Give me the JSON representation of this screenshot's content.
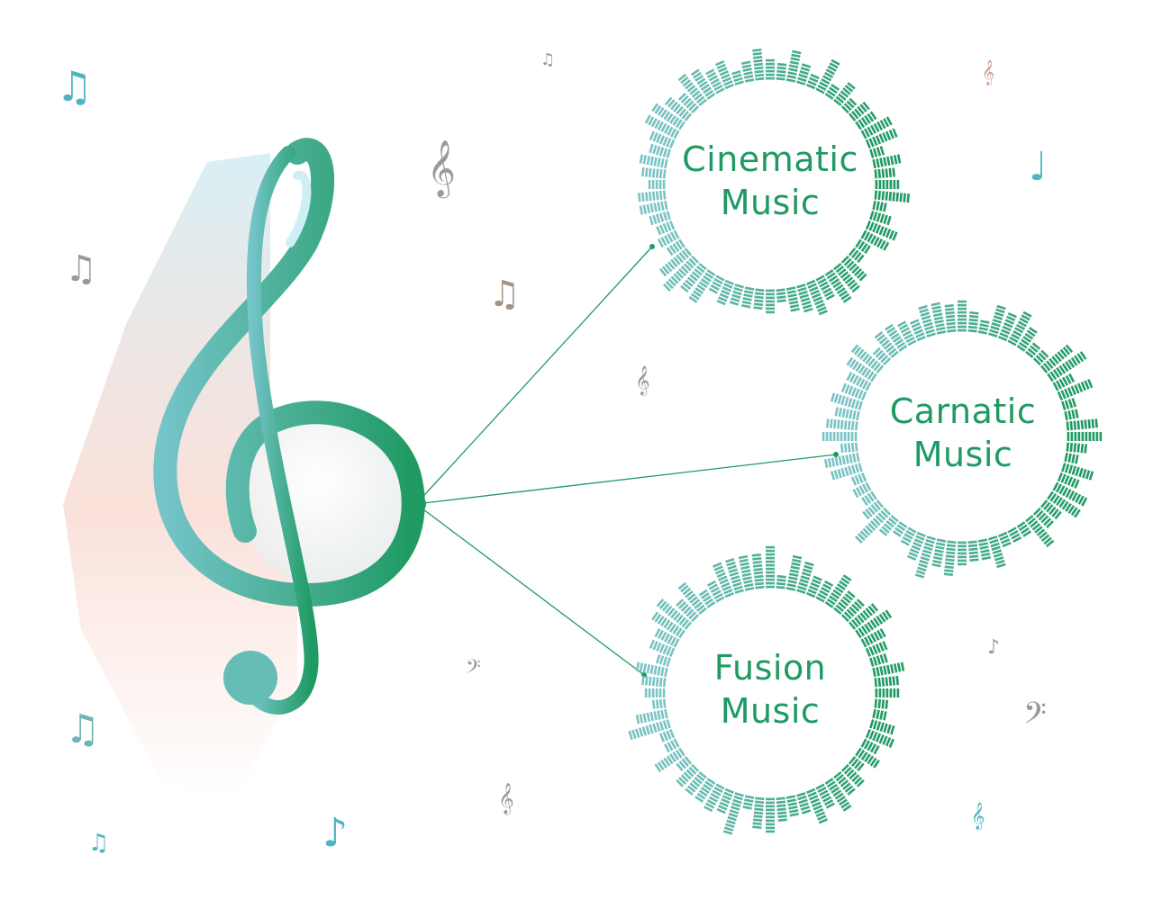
{
  "colors": {
    "accent_green": "#1f9a62",
    "accent_teal": "#72c2c4",
    "note_teal": "#4fb3c4",
    "note_gray": "#9a9a9a",
    "note_brown": "#a49380",
    "glow_red": "#f4b8a8",
    "glow_blue": "#b7e2ee"
  },
  "center": {
    "icon": "treble-clef-icon"
  },
  "branches": [
    {
      "id": "cinematic",
      "line1": "Cinematic",
      "line2": "Music",
      "icon": "audio-spectrum-ring-icon"
    },
    {
      "id": "carnatic",
      "line1": "Carnatic",
      "line2": "Music",
      "icon": "audio-spectrum-ring-icon"
    },
    {
      "id": "fusion",
      "line1": "Fusion",
      "line2": "Music",
      "icon": "audio-spectrum-ring-icon"
    }
  ],
  "decorations": {
    "icons": [
      "beamed-notes-icon",
      "quarter-note-icon",
      "treble-clef-small-icon",
      "bass-clef-icon",
      "eighth-note-icon"
    ]
  }
}
